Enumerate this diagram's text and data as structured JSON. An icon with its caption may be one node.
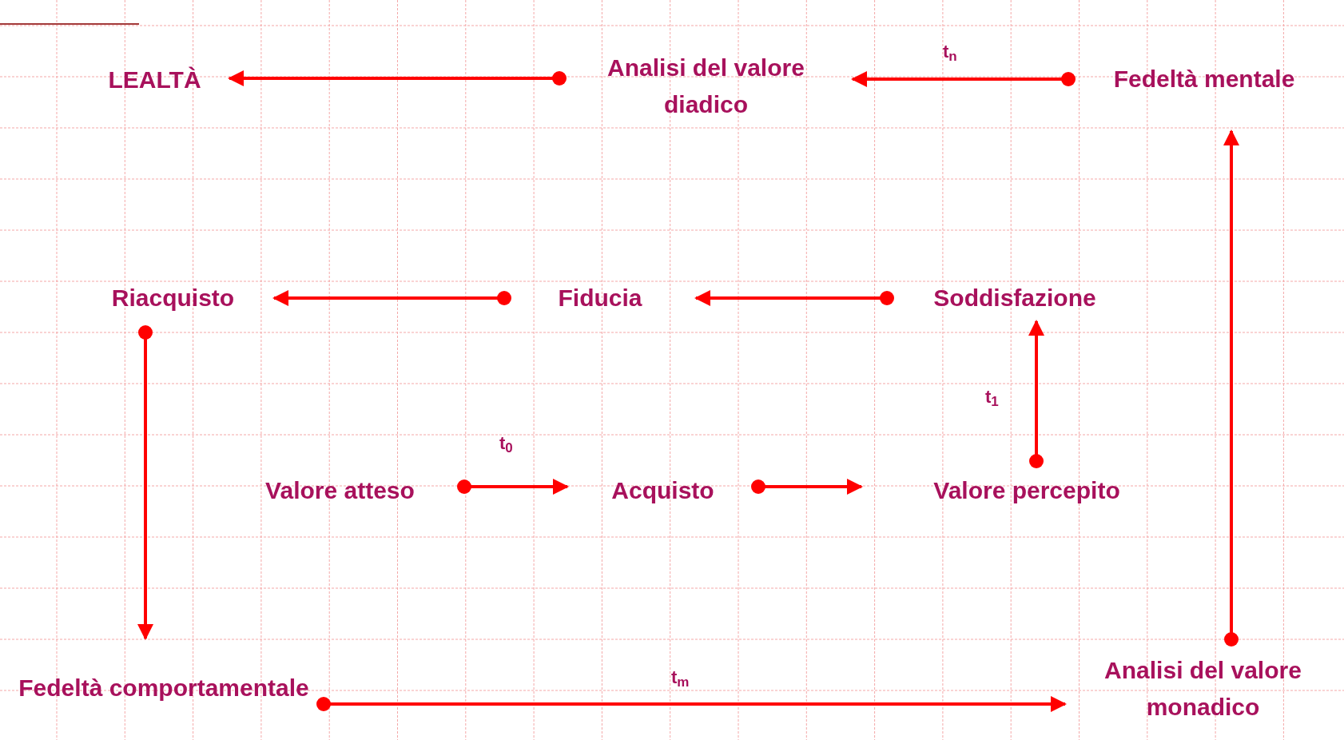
{
  "diagram": {
    "nodes": [
      {
        "text": [
          "LEALTÀ"
        ]
      },
      {
        "text": [
          "Analisi del valore diadico"
        ]
      },
      {
        "text": [
          "Fedeltà mentale"
        ]
      },
      {
        "text": [
          "Riacquisto"
        ]
      },
      {
        "text": [
          "Fiducia"
        ]
      },
      {
        "text": [
          "Soddisfazione"
        ]
      },
      {
        "text": [
          "Valore atteso"
        ]
      },
      {
        "text": [
          "Acquisto"
        ]
      },
      {
        "text": [
          "Valore percepito"
        ]
      },
      {
        "text": [
          "Fedeltà comportamentale"
        ]
      },
      {
        "text": [
          "Analisi del valore monadico"
        ]
      }
    ],
    "edges": [
      {
        "from": 1,
        "to": 0,
        "arrow": "to"
      },
      {
        "from": 2,
        "to": 1,
        "arrow": "to",
        "label": "t$_{n}$"
      },
      {
        "from": 4,
        "to": 3,
        "arrow": "to"
      },
      {
        "from": 5,
        "to": 4,
        "arrow": "to"
      },
      {
        "from": 3,
        "to": 9,
        "arrow": "to"
      },
      {
        "from": 6,
        "to": 7,
        "arrow": "to",
        "label": "t$_{0}$"
      },
      {
        "from": 7,
        "to": 8,
        "arrow": "to"
      },
      {
        "from": 8,
        "to": 5,
        "arrow": "to",
        "label": "t$_{1}$"
      },
      {
        "from": 9,
        "to": 10,
        "arrow": "to",
        "label": "t$_{m}$"
      },
      {
        "from": 10,
        "to": 2,
        "arrow": "to"
      }
    ]
  }
}
